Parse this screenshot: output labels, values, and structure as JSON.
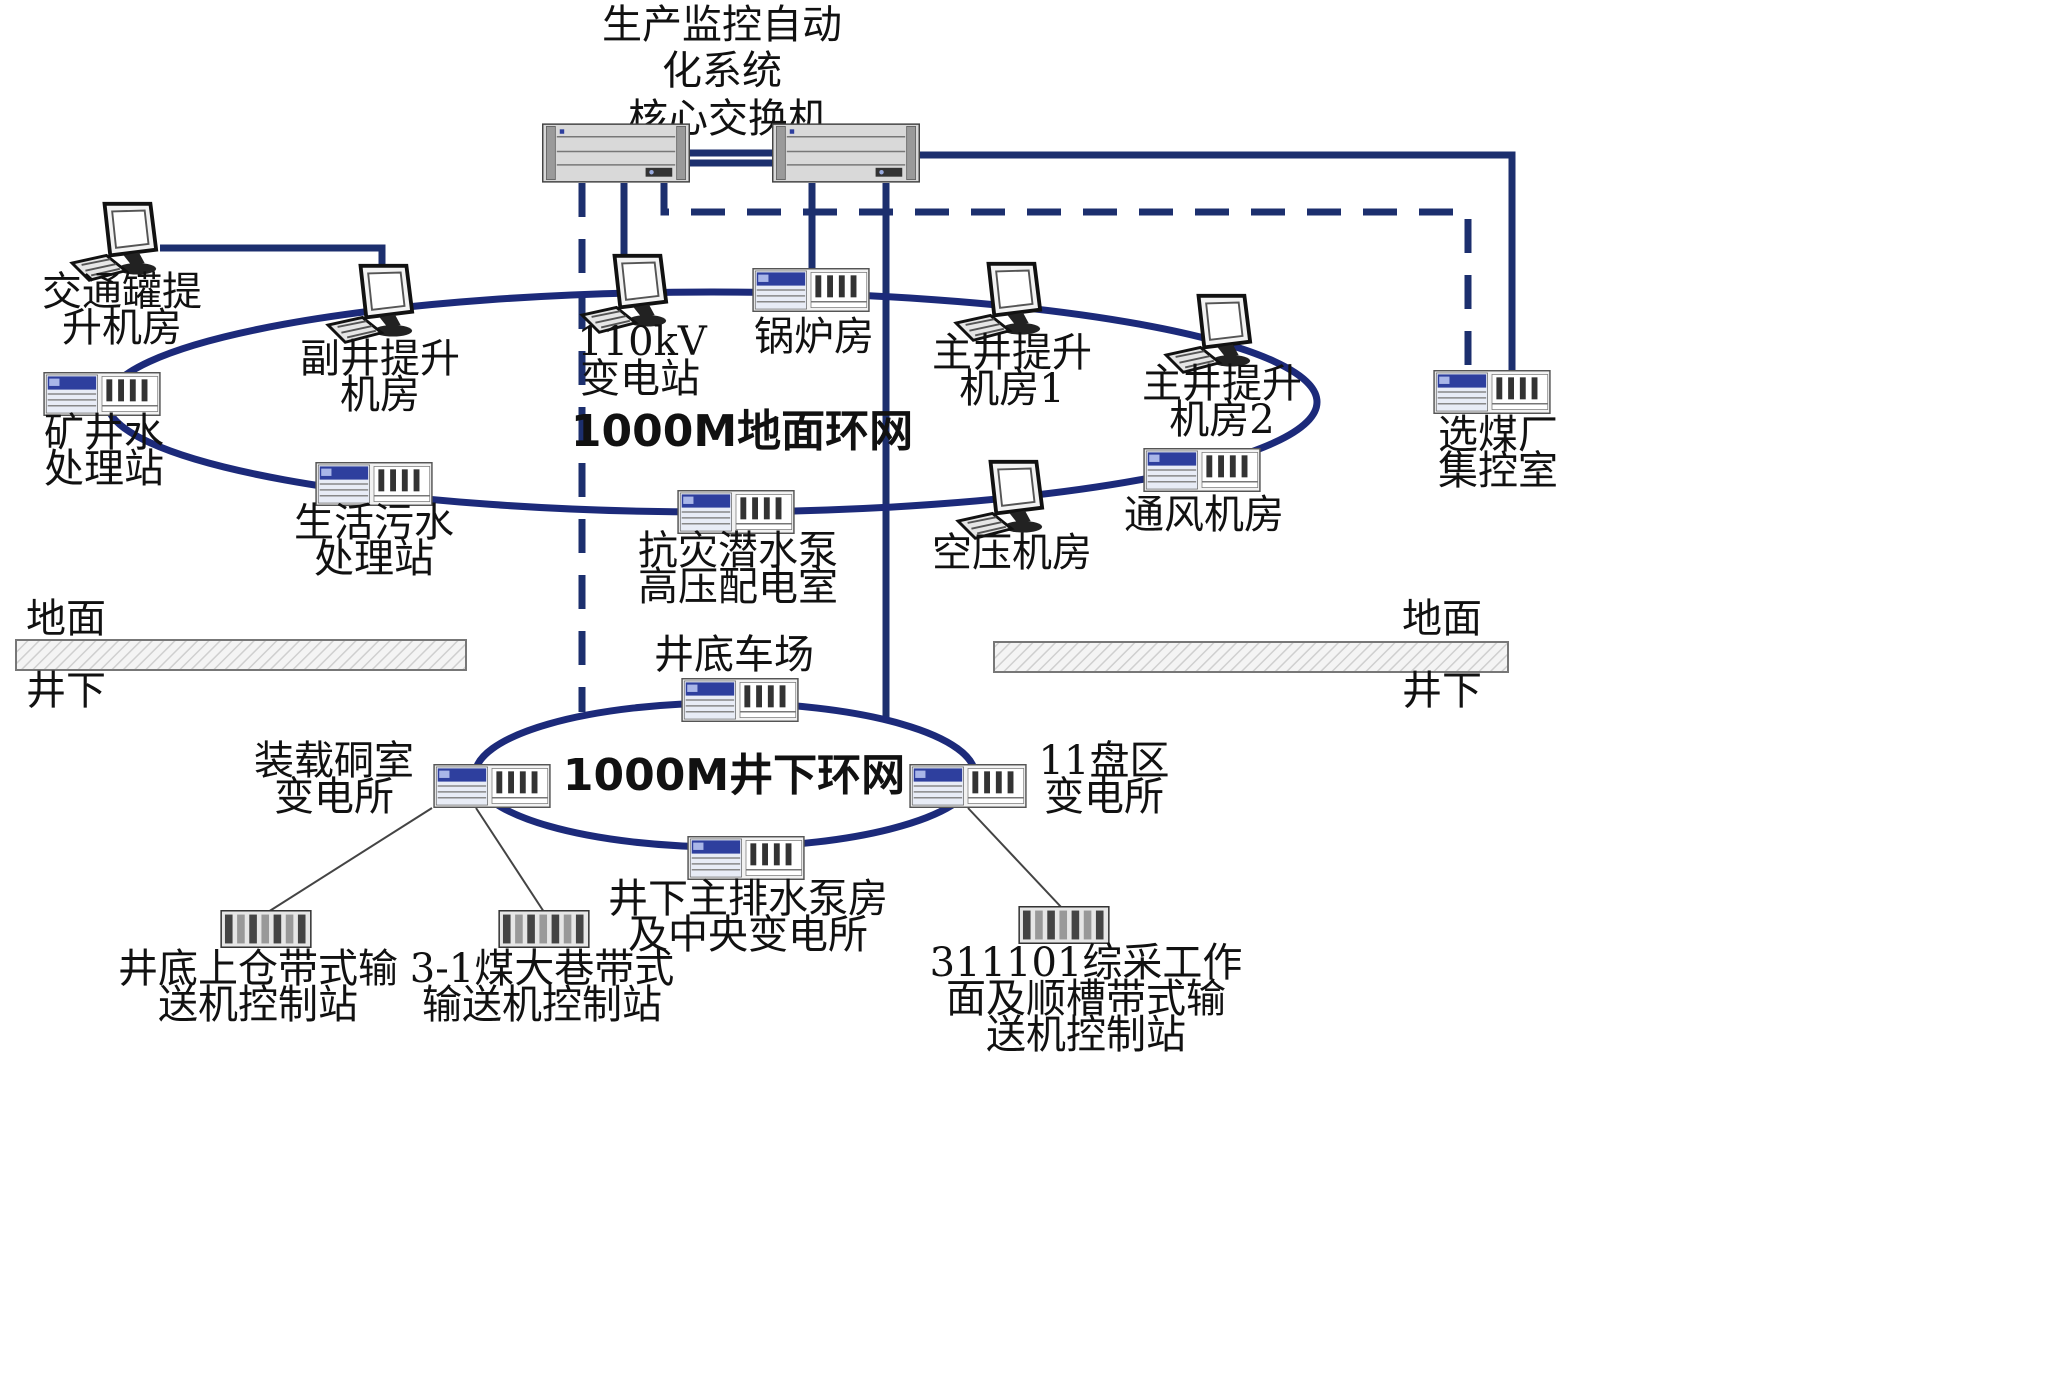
{
  "header": {
    "line1": "生产监控自动",
    "line2": "化系统",
    "line3": "核心交换机"
  },
  "rings": {
    "surface": "1000M地面环网",
    "underground": "1000M井下环网"
  },
  "ground_markers": {
    "left_above": "地面",
    "left_below": "井下",
    "right_above": "地面",
    "right_below": "井下"
  },
  "surface_nodes": {
    "traffic_hoist": [
      "交通罐提",
      "升机房"
    ],
    "aux_shaft_hoist": [
      "副井提升",
      "机房"
    ],
    "substation_110kv": [
      "110kV",
      "变电站"
    ],
    "boiler_room": [
      "锅炉房"
    ],
    "main_shaft_hoist_1": [
      "主井提升",
      "机房1"
    ],
    "main_shaft_hoist_2": [
      "主井提升",
      "机房2"
    ],
    "mine_water_station": [
      "矿井水",
      "处理站"
    ],
    "sewage_station": [
      "生活污水",
      "处理站"
    ],
    "pump_power_room": [
      "抗灾潜水泵",
      "高压配电室"
    ],
    "compressor_room": [
      "空压机房"
    ],
    "ventilation_room": [
      "通风机房"
    ],
    "coal_prep_control": [
      "选煤厂",
      "集控室"
    ]
  },
  "underground_nodes": {
    "shaft_bottom_yard": [
      "井底车场"
    ],
    "loading_substation": [
      "装载硐室",
      "变电所"
    ],
    "panel_11_substation": [
      "11盘区",
      "变电所"
    ],
    "main_drainage": [
      "井下主排水泵房",
      "及中央变电所"
    ],
    "conveyor_station_a": [
      "井底上仓带式输",
      "送机控制站"
    ],
    "conveyor_station_b": [
      "3-1煤大巷带式",
      "输送机控制站"
    ],
    "conveyor_station_c": [
      "311101综采工作",
      "面及顺槽带式输",
      "送机控制站"
    ]
  },
  "colors": {
    "ring": "#1c2a7a",
    "link": "#1c2f6e",
    "device_screen": "#2e3f9e"
  }
}
